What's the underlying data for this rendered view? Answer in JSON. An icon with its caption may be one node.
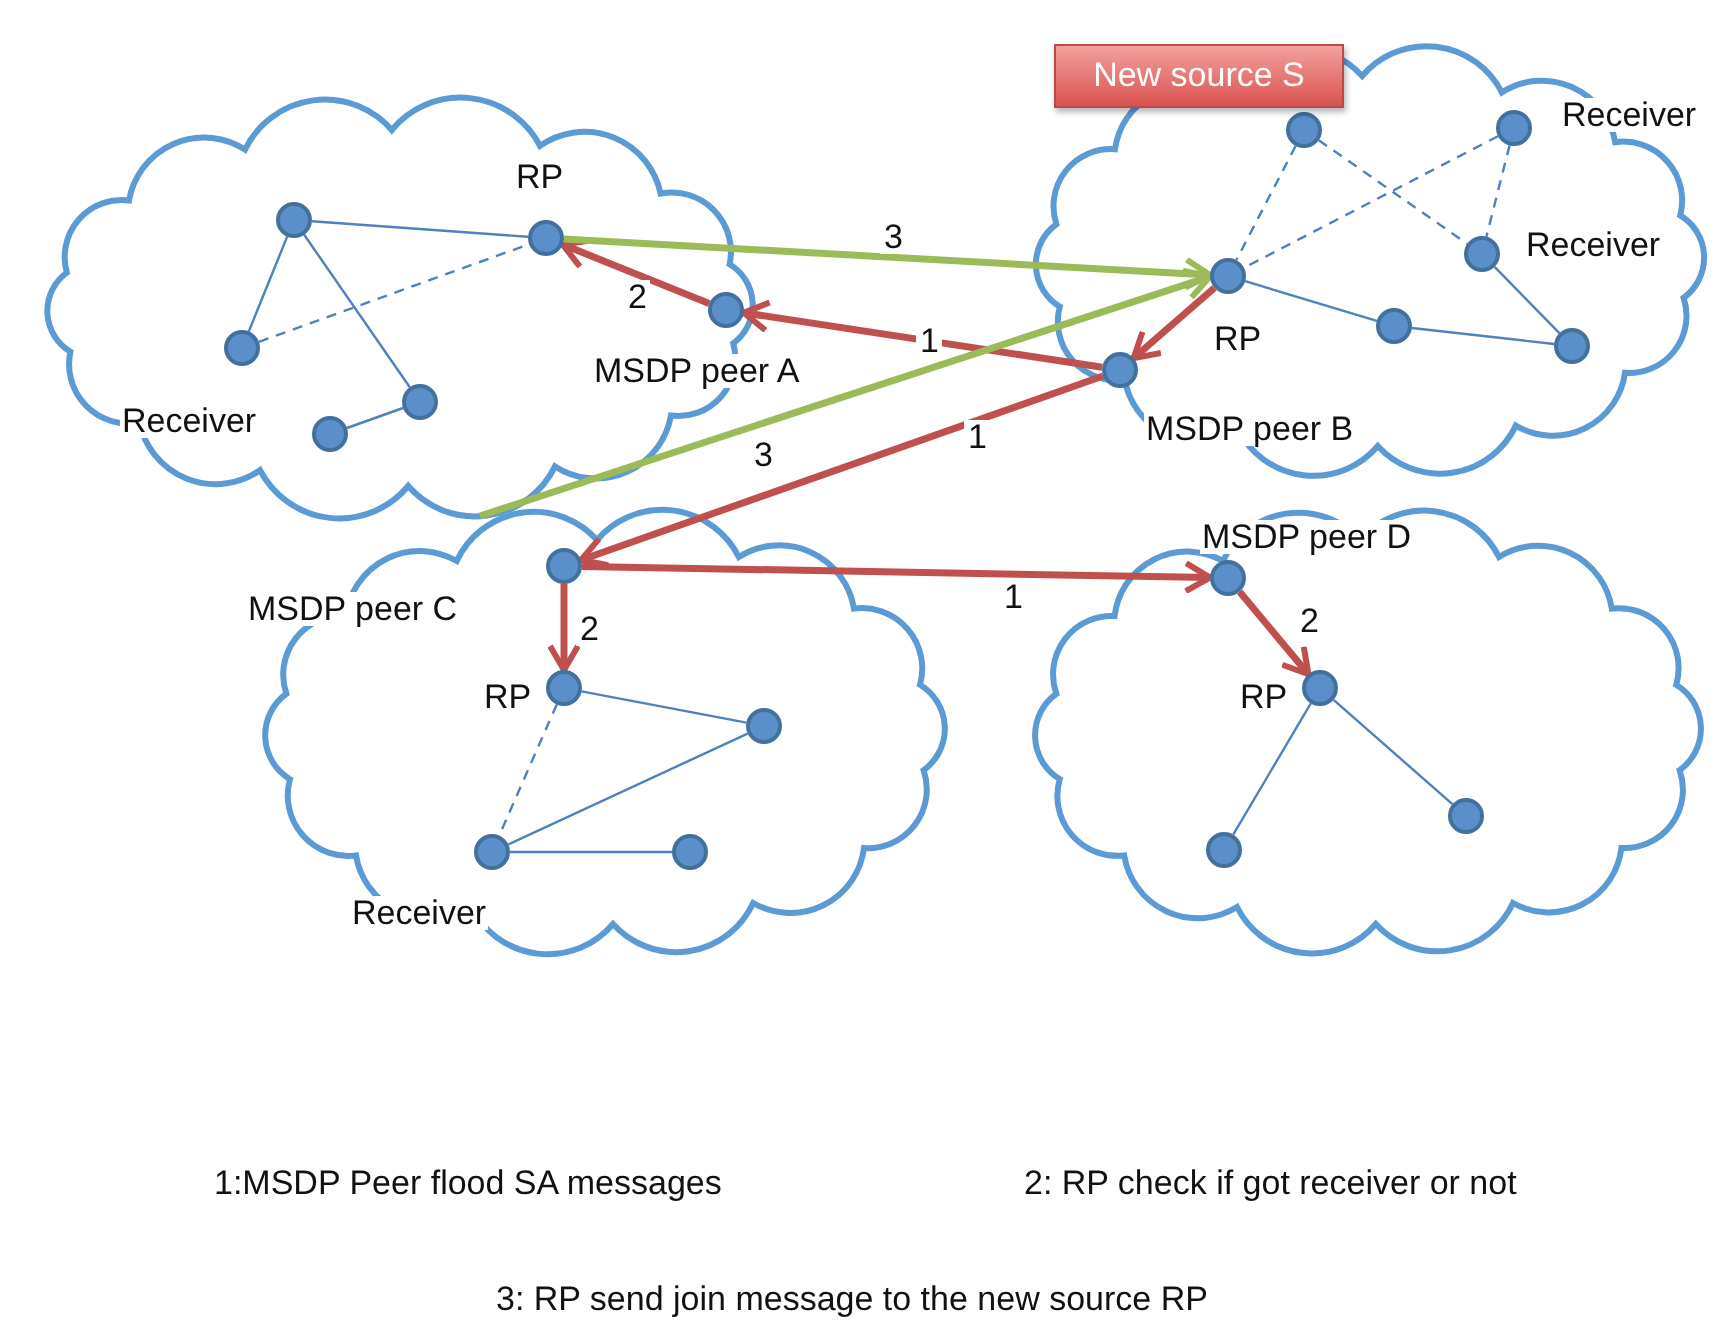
{
  "diagram": {
    "nodes": [
      {
        "text": [],
        "shape": "cloud"
      },
      {
        "text": [],
        "shape": "circle",
        "in": 0
      },
      {
        "text": [],
        "shape": "circle",
        "in": 0,
        "beside": [
          "RP"
        ]
      },
      {
        "text": [],
        "shape": "circle",
        "in": 0,
        "beside": [
          "Receiver"
        ]
      },
      {
        "text": [],
        "shape": "circle",
        "in": 0
      },
      {
        "text": [],
        "shape": "circle",
        "in": 0
      },
      {
        "text": [],
        "shape": "circle",
        "in": 0,
        "beside": [
          "MSDP peer A"
        ]
      },
      {
        "text": [
          "New source S"
        ]
      },
      {
        "text": [],
        "shape": "cloud"
      },
      {
        "text": [],
        "shape": "circle",
        "in": 8
      },
      {
        "text": [],
        "shape": "circle",
        "in": 8,
        "beside": [
          "Receiver"
        ]
      },
      {
        "text": [],
        "shape": "circle",
        "in": 8,
        "beside": [
          "RP"
        ]
      },
      {
        "text": [],
        "shape": "circle",
        "in": 8,
        "beside": [
          "Receiver"
        ]
      },
      {
        "text": [],
        "shape": "circle",
        "in": 8
      },
      {
        "text": [],
        "shape": "circle",
        "in": 8
      },
      {
        "text": [],
        "shape": "circle",
        "in": 8,
        "beside": [
          "MSDP peer B"
        ]
      },
      {
        "text": [],
        "shape": "cloud"
      },
      {
        "text": [],
        "shape": "circle",
        "in": 16,
        "beside": [
          "MSDP peer C"
        ]
      },
      {
        "text": [],
        "shape": "circle",
        "in": 16,
        "beside": [
          "RP"
        ]
      },
      {
        "text": [],
        "shape": "circle",
        "in": 16
      },
      {
        "text": [],
        "shape": "circle",
        "in": 16,
        "beside": [
          "Receiver"
        ]
      },
      {
        "text": [],
        "shape": "circle",
        "in": 16
      },
      {
        "text": [],
        "shape": "cloud"
      },
      {
        "text": [],
        "shape": "circle",
        "in": 22,
        "beside": [
          "MSDP peer D"
        ]
      },
      {
        "text": [],
        "shape": "circle",
        "in": 22,
        "beside": [
          "RP"
        ]
      },
      {
        "text": [],
        "shape": "circle",
        "in": 22
      },
      {
        "text": [],
        "shape": "circle",
        "in": 22
      }
    ],
    "edges": [
      {
        "from": 1,
        "to": 2,
        "arrow": "none"
      },
      {
        "from": 1,
        "to": 3,
        "arrow": "none"
      },
      {
        "from": 1,
        "to": 4,
        "arrow": "none"
      },
      {
        "from": 4,
        "to": 5,
        "arrow": "none"
      },
      {
        "from": 3,
        "to": 2,
        "arrow": "none",
        "style": "dashed"
      },
      {
        "from": 6,
        "to": 2,
        "arrow": "to",
        "label": "2",
        "style": "thick",
        "color": "#c0504d"
      },
      {
        "from": 15,
        "to": 6,
        "arrow": "to",
        "label": "1",
        "style": "thick",
        "color": "#c0504d"
      },
      {
        "from": 2,
        "to": 11,
        "arrow": "to",
        "label": "3",
        "style": "thick",
        "color": "#9bbb59"
      },
      {
        "from": 11,
        "to": 15,
        "arrow": "to",
        "style": "thick",
        "color": "#c0504d"
      },
      {
        "from": 15,
        "to": 17,
        "arrow": "to",
        "label": "1",
        "style": "thick",
        "color": "#c0504d"
      },
      {
        "from": 0,
        "to": 11,
        "arrow": "to",
        "label": "3",
        "style": "thick",
        "color": "#9bbb59"
      },
      {
        "from": 17,
        "to": 23,
        "arrow": "to",
        "label": "1",
        "style": "thick",
        "color": "#c0504d"
      },
      {
        "from": 17,
        "to": 18,
        "arrow": "to",
        "label": "2",
        "style": "thick",
        "color": "#c0504d"
      },
      {
        "from": 23,
        "to": 24,
        "arrow": "to",
        "label": "2",
        "style": "thick",
        "color": "#c0504d"
      },
      {
        "from": 9,
        "to": 11,
        "arrow": "none",
        "style": "dashed"
      },
      {
        "from": 9,
        "to": 12,
        "arrow": "none",
        "style": "dashed"
      },
      {
        "from": 10,
        "to": 11,
        "arrow": "none",
        "style": "dashed"
      },
      {
        "from": 10,
        "to": 12,
        "arrow": "none",
        "style": "dashed"
      },
      {
        "from": 11,
        "to": 13,
        "arrow": "none"
      },
      {
        "from": 13,
        "to": 14,
        "arrow": "none"
      },
      {
        "from": 12,
        "to": 14,
        "arrow": "none"
      },
      {
        "from": 18,
        "to": 19,
        "arrow": "none"
      },
      {
        "from": 18,
        "to": 20,
        "arrow": "none",
        "style": "dashed"
      },
      {
        "from": 20,
        "to": 19,
        "arrow": "none"
      },
      {
        "from": 20,
        "to": 21,
        "arrow": "none"
      },
      {
        "from": 24,
        "to": 25,
        "arrow": "none"
      },
      {
        "from": 24,
        "to": 26,
        "arrow": "none"
      }
    ],
    "labels": [
      "1:MSDP Peer flood SA messages",
      "2: RP check if got receiver or not",
      "3: RP send join message to the new source RP"
    ]
  }
}
